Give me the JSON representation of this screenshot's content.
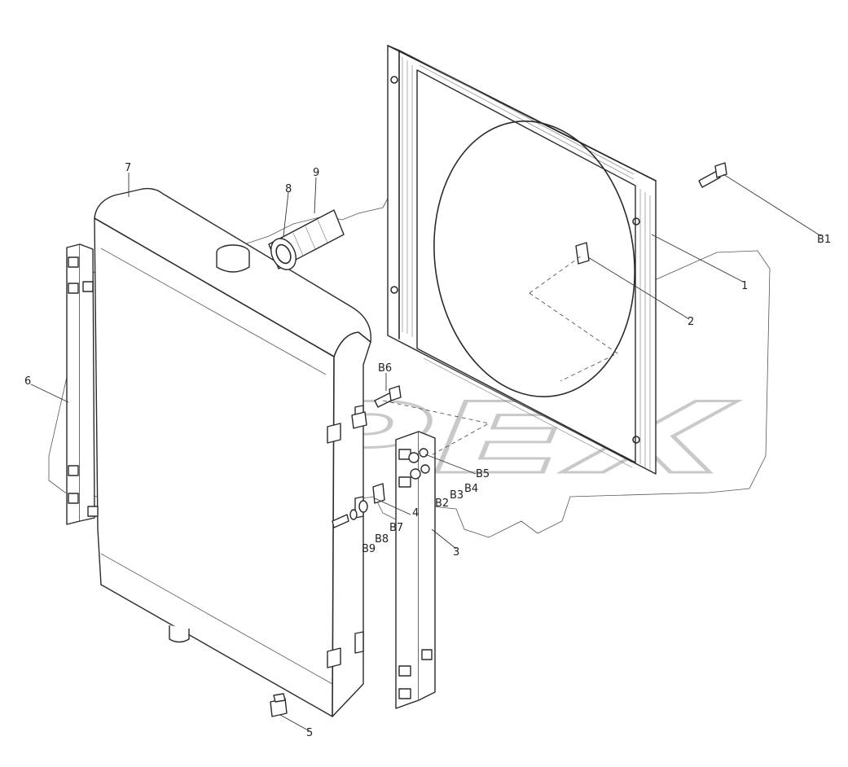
{
  "watermark": {
    "text": "OPEX"
  },
  "callouts": {
    "c1": "1",
    "c2": "2",
    "c3": "3",
    "c4": "4",
    "c5": "5",
    "c6": "6",
    "c7": "7",
    "c8": "8",
    "c9": "9",
    "b1": "B1",
    "b2": "B2",
    "b3": "B3",
    "b4": "B4",
    "b5": "B5",
    "b6": "B6",
    "b7": "B7",
    "b8": "B8",
    "b9": "B9"
  },
  "colors": {
    "line": "#2a2a2a",
    "watermark": "#c9c9c9",
    "background": "#ffffff"
  }
}
